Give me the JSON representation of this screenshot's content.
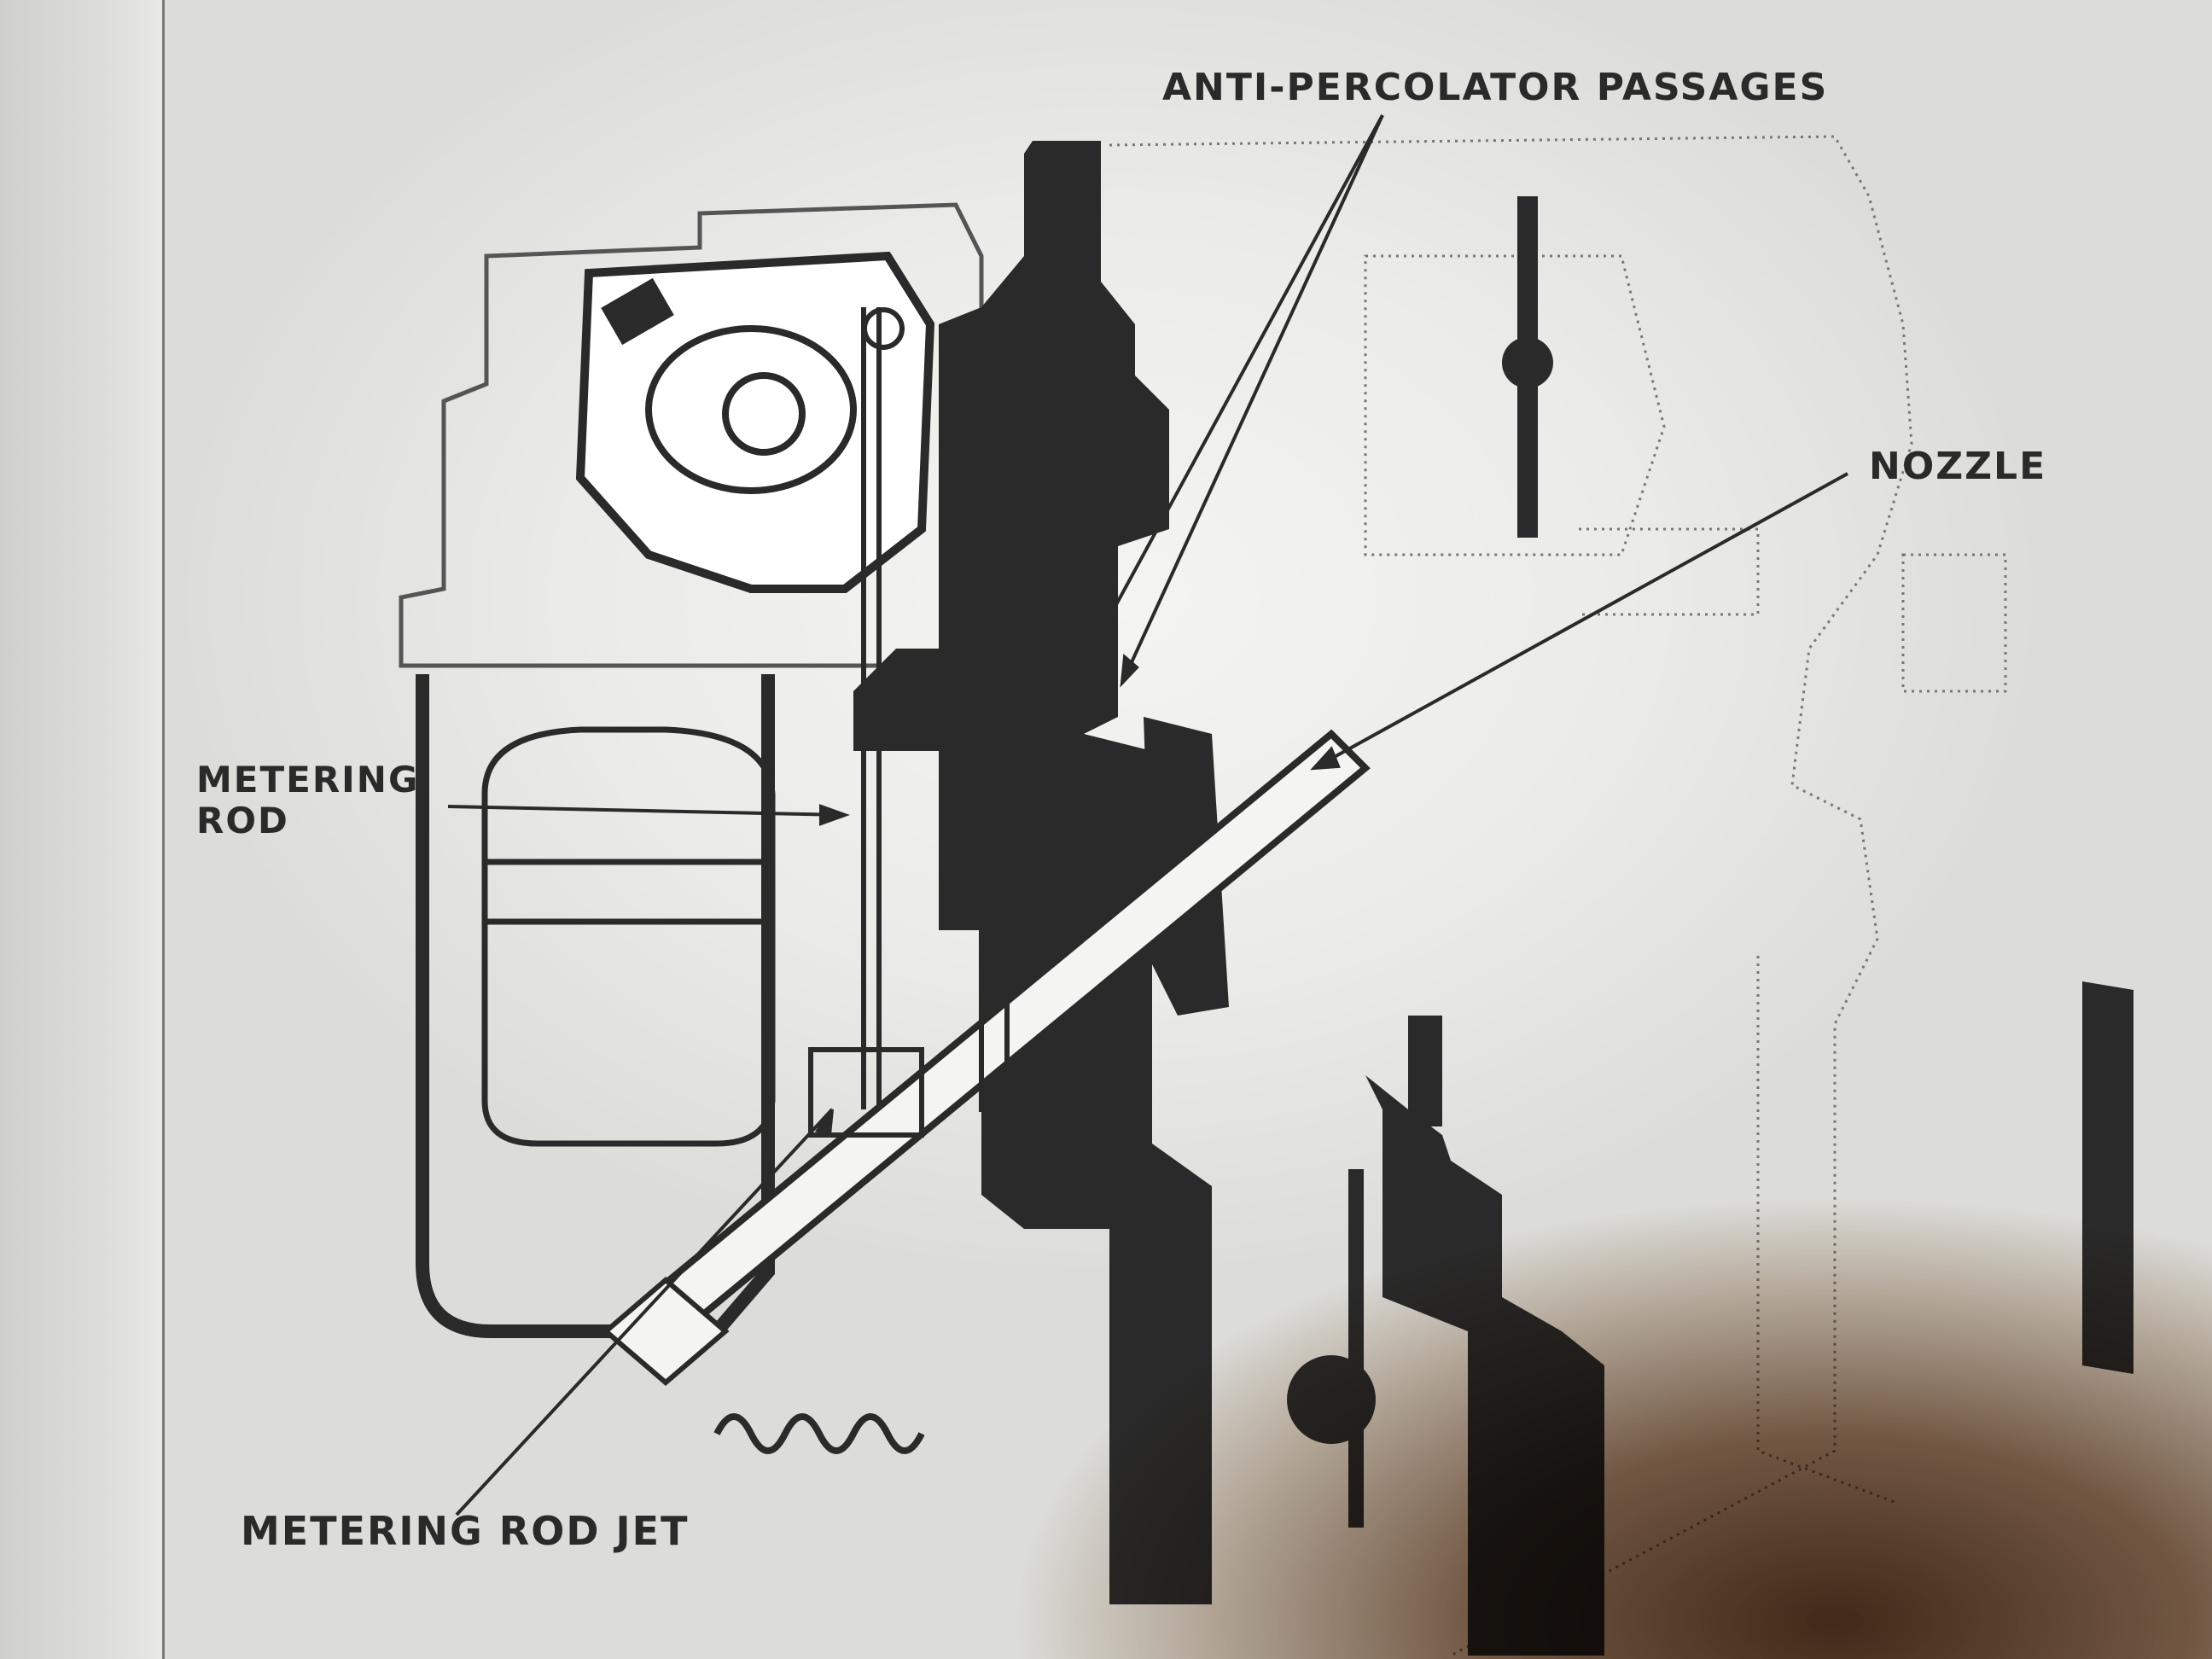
{
  "diagram": {
    "callouts": {
      "anti_percolator": "ANTI-PERCOLATOR PASSAGES",
      "nozzle": "NOZZLE",
      "metering_rod_line1": "METERING",
      "metering_rod_line2": "ROD",
      "metering_rod_jet": "METERING ROD JET"
    }
  },
  "colors": {
    "paper": "#f4f4f2",
    "ink": "#2a2a2a",
    "shadow": "#5a3214"
  }
}
